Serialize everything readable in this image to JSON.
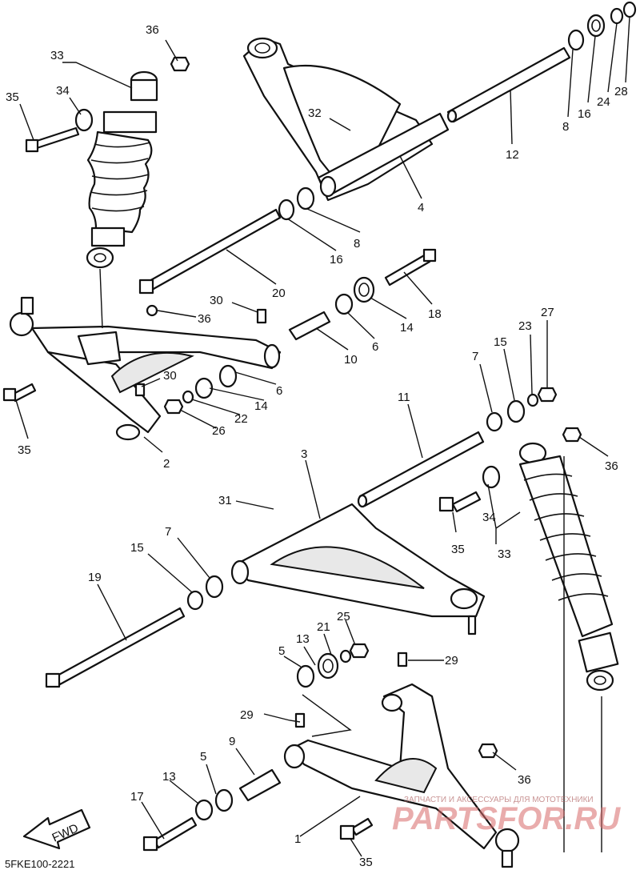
{
  "diagram_code": "5FKE100-2221",
  "fwd_label": "FWD",
  "watermark": {
    "tagline": "ЗАПЧАСТИ И АКСЕССУАРЫ ДЛЯ МОТОТЕХНИКИ",
    "brand": "PARTSFOR.RU"
  },
  "callouts": [
    "36",
    "33",
    "34",
    "35",
    "32",
    "12",
    "8",
    "16",
    "24",
    "28",
    "4",
    "8",
    "16",
    "20",
    "18",
    "30",
    "36",
    "14",
    "6",
    "10",
    "23",
    "27",
    "15",
    "7",
    "30",
    "6",
    "14",
    "22",
    "26",
    "35",
    "2",
    "11",
    "3",
    "31",
    "36",
    "34",
    "35",
    "33",
    "7",
    "15",
    "19",
    "13",
    "21",
    "25",
    "5",
    "29",
    "29",
    "9",
    "5",
    "13",
    "17",
    "1",
    "36",
    "35"
  ]
}
